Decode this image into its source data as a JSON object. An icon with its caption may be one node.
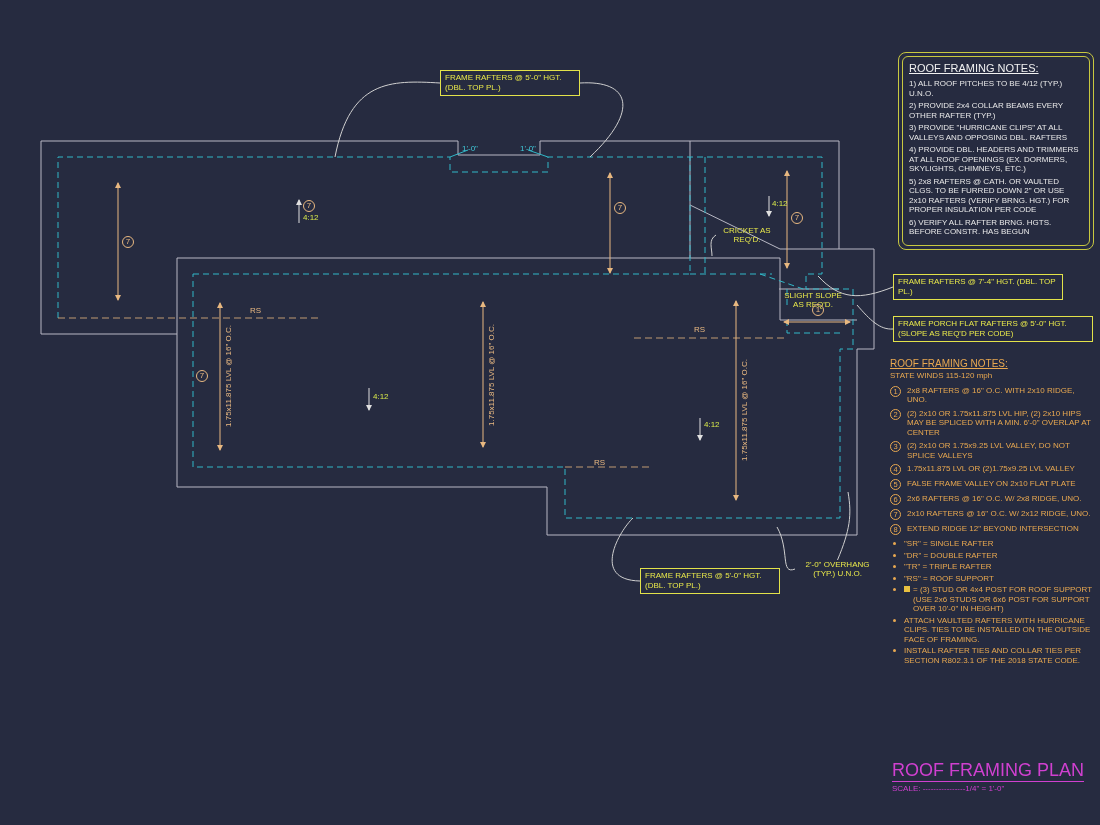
{
  "diagram": {
    "title": "ROOF FRAMING PLAN",
    "caption": "SCALE: ----------------1/4\" = 1'-0\"",
    "nodes": [
      {
        "text": [
          "FRAME RAFTERS @ 5'-0\" HGT. (DBL. TOP PL.)"
        ]
      },
      {
        "text": [
          "ROOF FRAMING NOTES:",
          "1) ALL ROOF PITCHES TO BE 4/12 (TYP.) U.N.O.",
          "2) PROVIDE 2x4 COLLAR BEAMS EVERY OTHER RAFTER (TYP.)",
          "3) PROVIDE \"HURRICANE CLIPS\" AT ALL VALLEYS AND OPPOSING DBL. RAFTERS",
          "4) PROVIDE DBL. HEADERS AND TRIMMERS AT ALL ROOF OPENINGS (EX. DORMERS, SKYLIGHTS, CHIMNEYS, ETC.)",
          "5) 2x8 RAFTERS @ CATH. OR VAULTED CLGS. TO BE FURRED DOWN 2\" OR USE 2x10 RAFTERS (VERIFY BRNG. HGT.) FOR PROPER INSULATION PER CODE",
          "6) VERIFY ALL RAFTER BRNG. HGTS. BEFORE CONSTR. HAS BEGUN"
        ]
      },
      {
        "text": [
          "CRICKET AS REQ'D."
        ]
      },
      {
        "text": [
          "FRAME RAFTERS @ 7'-4\" HGT. (DBL. TOP PL.)"
        ]
      },
      {
        "text": [
          "FRAME PORCH FLAT RAFTERS @ 5'-0\" HGT. (SLOPE AS REQ'D PER CODE)"
        ]
      },
      {
        "text": [
          "FRAME RAFTERS @ 5'-0\" HGT. (DBL. TOP PL.)"
        ]
      },
      {
        "text": [
          "2'-0\" OVERHANG (TYP.) U.N.O."
        ]
      }
    ],
    "edges": [
      {
        "from": 0,
        "to": null,
        "arrow": "none"
      },
      {
        "from": 0,
        "to": null,
        "arrow": "none"
      },
      {
        "from": 2,
        "to": null,
        "arrow": "none"
      },
      {
        "from": 3,
        "to": null,
        "arrow": "none"
      },
      {
        "from": 4,
        "to": null,
        "arrow": "none"
      },
      {
        "from": 5,
        "to": null,
        "arrow": "none"
      },
      {
        "from": 6,
        "to": null,
        "arrow": "none"
      },
      {
        "from": 6,
        "to": null,
        "arrow": "none"
      }
    ],
    "labels": [
      "1'-0\"",
      "1'-0\"",
      "7",
      "7",
      "4:12",
      "7",
      "4:12",
      "7",
      "RS",
      "SLIGHT SLOPE AS REQ'D.",
      "1",
      "RS",
      "7",
      "1.75x11.875 LVL @ 16\" O.C.",
      "4:12",
      "1.75x11.875 LVL @ 16\" O.C.",
      "4:12",
      "1.75x11.875 LVL @ 16\" O.C.",
      "RS",
      "ROOF FRAMING NOTES:",
      "STATE WINDS 115-120 mph",
      "1",
      "2x8 RAFTERS @ 16\" O.C. WITH 2x10 RIDGE, UNO.",
      "2",
      "(2) 2x10 OR 1.75x11.875 LVL HIP, (2) 2x10 HIPS MAY BE SPLICED WITH A MIN. 6'-0\" OVERLAP AT CENTER",
      "3",
      "(2) 2x10 OR 1.75x9.25 LVL VALLEY, DO NOT SPLICE VALLEYS",
      "4",
      "1.75x11.875 LVL OR (2)1.75x9.25 LVL VALLEY",
      "5",
      "FALSE FRAME VALLEY ON 2x10 FLAT PLATE",
      "6",
      "2x6 RAFTERS @ 16\" O.C. W/ 2x8 RIDGE, UNO.",
      "7",
      "2x10 RAFTERS @ 16\" O.C. W/ 2x12 RIDGE, UNO.",
      "8",
      "EXTEND RIDGE 12\" BEYOND INTERSECTION",
      "\"SR\" = SINGLE RAFTER",
      "\"DR\" = DOUBLE RAFTER",
      "\"TR\" = TRIPLE RAFTER",
      "\"RS\" = ROOF SUPPORT",
      "= (3) STUD OR 4x4 POST FOR ROOF SUPPORT (USE 2x6 STUDS OR 6x6 POST FOR SUPPORT OVER 10'-0\" IN HEIGHT)",
      "ATTACH VAULTED RAFTERS WITH HURRICANE CLIPS. TIES TO BE INSTALLED ON THE OUTSIDE FACE OF FRAMING.",
      "INSTALL RAFTER TIES AND COLLAR TIES PER SECTION R802.3.1 OF THE 2018 STATE CODE."
    ]
  }
}
